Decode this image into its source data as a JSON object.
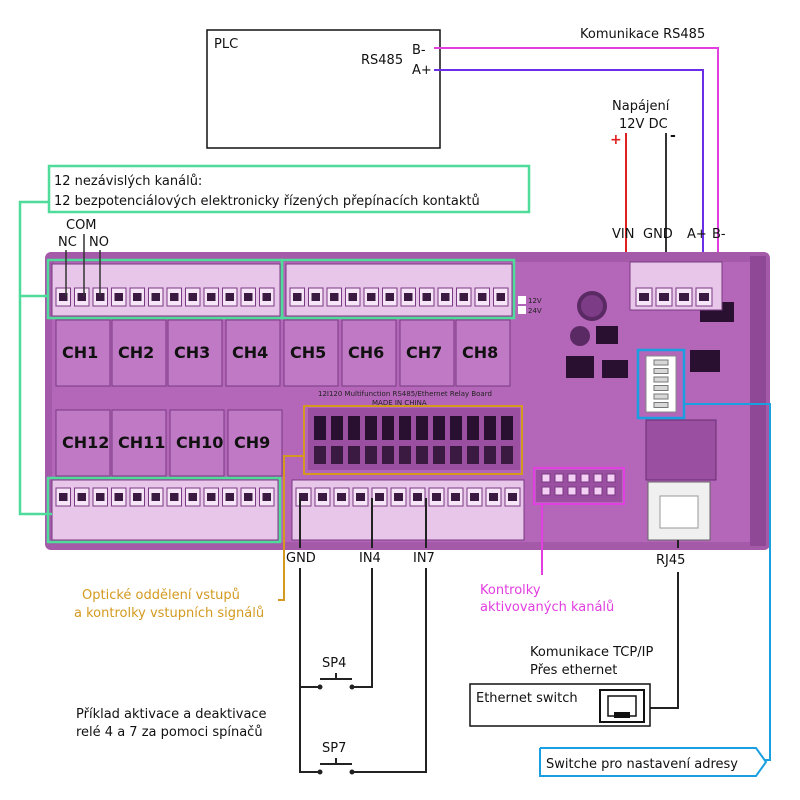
{
  "plc": {
    "title": "PLC",
    "port": "RS485",
    "b_minus": "B-",
    "a_plus": "A+"
  },
  "comms_rs485": "Komunikace RS485",
  "power": {
    "line1": "Napájení",
    "line2": "12V DC",
    "plus": "+",
    "minus": "-"
  },
  "terminals_top": {
    "vin": "VIN",
    "gnd": "GND",
    "a_plus": "A+",
    "b_minus": "B-"
  },
  "channels_box": {
    "line1": "12 nezávislých kanálů:",
    "line2": "12 bezpotenciálových elektronicky řízených přepínacích kontaktů"
  },
  "contacts": {
    "com": "COM",
    "nc": "NC",
    "no": "NO"
  },
  "channels_top": [
    "CH1",
    "CH2",
    "CH3",
    "CH4",
    "CH5",
    "CH6",
    "CH7",
    "CH8"
  ],
  "channels_bottom": [
    "CH12",
    "CH11",
    "CH10",
    "CH9"
  ],
  "board": {
    "title": "12I120 Multifunction RS485/Ethernet Relay Board",
    "made_in": "MADE IN CHINA",
    "v12": "12V",
    "v24": "24V"
  },
  "inputs": {
    "gnd": "GND",
    "in4": "IN4",
    "in7": "IN7"
  },
  "optic_label": {
    "line1": "Optické oddělení vstupů",
    "line2": "a kontrolky vstupních signálů"
  },
  "indicator_label": {
    "line1": "Kontrolky",
    "line2": "aktivovaných kanálů"
  },
  "rj45": "RJ45",
  "tcp": {
    "line1": "Komunikace TCP/IP",
    "line2": "Přes ethernet"
  },
  "ethernet_switch": "Ethernet switch",
  "switches": {
    "sp4": "SP4",
    "sp7": "SP7"
  },
  "example": {
    "line1": "Příklad aktivace a deaktivace",
    "line2": "relé 4 a 7 za pomoci spínačů"
  },
  "address_switch": "Switche pro nastavení adresy",
  "colors": {
    "board": "#a45aa8",
    "board_dark": "#5a2a64",
    "green_box": "#4fdc9a",
    "orange_box": "#d39a1f",
    "magenta": "#e23ee0",
    "blue_line": "#6a2ee8",
    "cyan_box": "#1aa0e0",
    "red_wire": "#e02020",
    "wire_dark": "#333333"
  }
}
